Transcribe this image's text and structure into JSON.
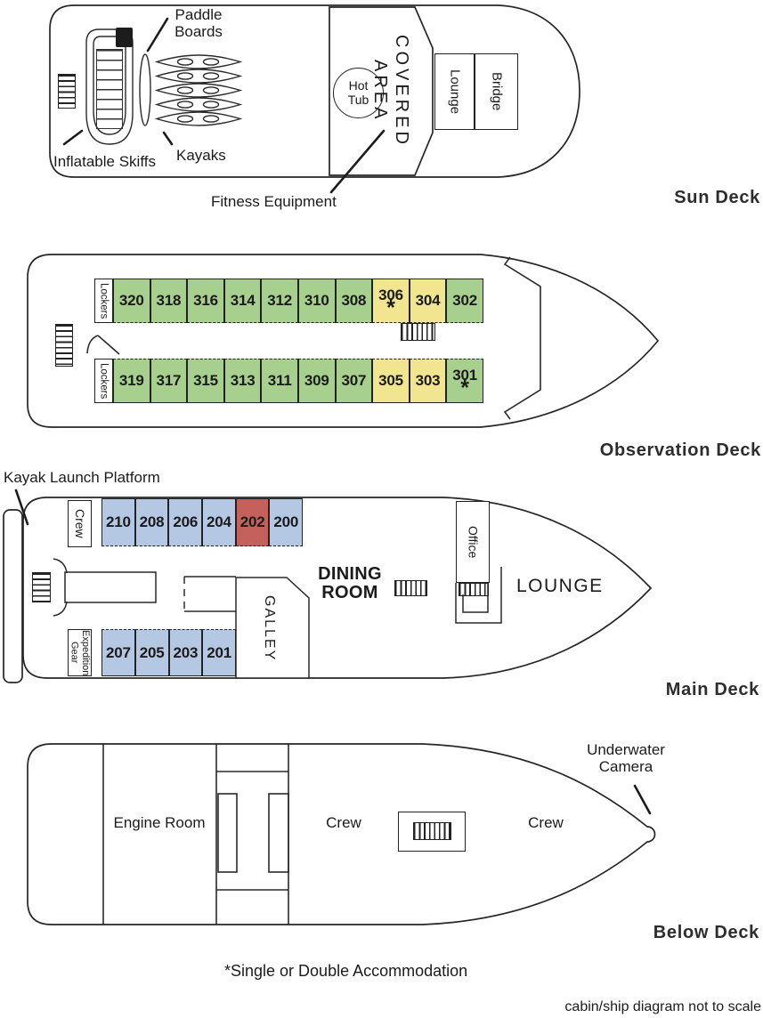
{
  "palette": {
    "cabin_green": "#a7cf8d",
    "cabin_yellow": "#f1e58f",
    "cabin_blue": "#b4c7e3",
    "cabin_red": "#c4615c",
    "line": "#222222"
  },
  "footnote": "*Single or Double Accommodation",
  "scale_note": "cabin/ship diagram not to scale",
  "sun_deck": {
    "title": "Sun Deck",
    "paddle_boards": "Paddle\nBoards",
    "inflatable_skiffs": "Inflatable Skiffs",
    "kayaks": "Kayaks",
    "fitness_equipment": "Fitness Equipment",
    "hot_tub": "Hot\nTub",
    "covered_area": "COVERED\nAREA",
    "lounge": "Lounge",
    "bridge": "Bridge"
  },
  "observation_deck": {
    "title": "Observation Deck",
    "lockers": "Lockers",
    "cabins_top": [
      {
        "number": "320",
        "color": "cabin_green",
        "mark": ""
      },
      {
        "number": "318",
        "color": "cabin_green",
        "mark": ""
      },
      {
        "number": "316",
        "color": "cabin_green",
        "mark": ""
      },
      {
        "number": "314",
        "color": "cabin_green",
        "mark": ""
      },
      {
        "number": "312",
        "color": "cabin_green",
        "mark": ""
      },
      {
        "number": "310",
        "color": "cabin_green",
        "mark": ""
      },
      {
        "number": "308",
        "color": "cabin_green",
        "mark": ""
      },
      {
        "number": "306",
        "color": "cabin_yellow",
        "mark": "*"
      },
      {
        "number": "304",
        "color": "cabin_yellow",
        "mark": ""
      },
      {
        "number": "302",
        "color": "cabin_green",
        "mark": ""
      }
    ],
    "cabins_bottom": [
      {
        "number": "319",
        "color": "cabin_green",
        "mark": ""
      },
      {
        "number": "317",
        "color": "cabin_green",
        "mark": ""
      },
      {
        "number": "315",
        "color": "cabin_green",
        "mark": ""
      },
      {
        "number": "313",
        "color": "cabin_green",
        "mark": ""
      },
      {
        "number": "311",
        "color": "cabin_green",
        "mark": ""
      },
      {
        "number": "309",
        "color": "cabin_green",
        "mark": ""
      },
      {
        "number": "307",
        "color": "cabin_green",
        "mark": ""
      },
      {
        "number": "305",
        "color": "cabin_yellow",
        "mark": ""
      },
      {
        "number": "303",
        "color": "cabin_yellow",
        "mark": ""
      },
      {
        "number": "301",
        "color": "cabin_green",
        "mark": "*"
      }
    ]
  },
  "main_deck": {
    "title": "Main Deck",
    "kayak_platform": "Kayak Launch Platform",
    "crew": "Crew",
    "expedition_gear": "Expedition\nGear",
    "galley": "GALLEY",
    "dining_room": "DINING\nROOM",
    "office": "Office",
    "lounge": "LOUNGE",
    "cabins_top": [
      {
        "number": "210",
        "color": "cabin_blue",
        "mark": ""
      },
      {
        "number": "208",
        "color": "cabin_blue",
        "mark": ""
      },
      {
        "number": "206",
        "color": "cabin_blue",
        "mark": ""
      },
      {
        "number": "204",
        "color": "cabin_blue",
        "mark": ""
      },
      {
        "number": "202",
        "color": "cabin_red",
        "mark": ""
      },
      {
        "number": "200",
        "color": "cabin_blue",
        "mark": ""
      }
    ],
    "cabins_bottom": [
      {
        "number": "207",
        "color": "cabin_blue",
        "mark": ""
      },
      {
        "number": "205",
        "color": "cabin_blue",
        "mark": ""
      },
      {
        "number": "203",
        "color": "cabin_blue",
        "mark": ""
      },
      {
        "number": "201",
        "color": "cabin_blue",
        "mark": ""
      }
    ]
  },
  "below_deck": {
    "title": "Below Deck",
    "engine_room": "Engine Room",
    "crew_aft": "Crew",
    "crew_forward": "Crew",
    "underwater_camera": "Underwater\nCamera"
  }
}
